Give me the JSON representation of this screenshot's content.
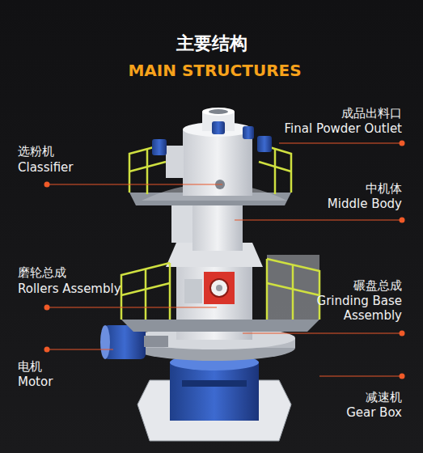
{
  "diagram": {
    "title": "主要结构",
    "labels": [
      "MAIN STRUCTURES",
      "成品出料口",
      "Final Powder Outlet",
      "选粉机",
      "Classifier",
      "中机体",
      "Middle Body",
      "磨轮总成",
      "Rollers Assembly",
      "碾盘总成",
      "Grinding Base Assembly",
      "电机",
      "Motor",
      "减速机",
      "Gear Box"
    ]
  }
}
